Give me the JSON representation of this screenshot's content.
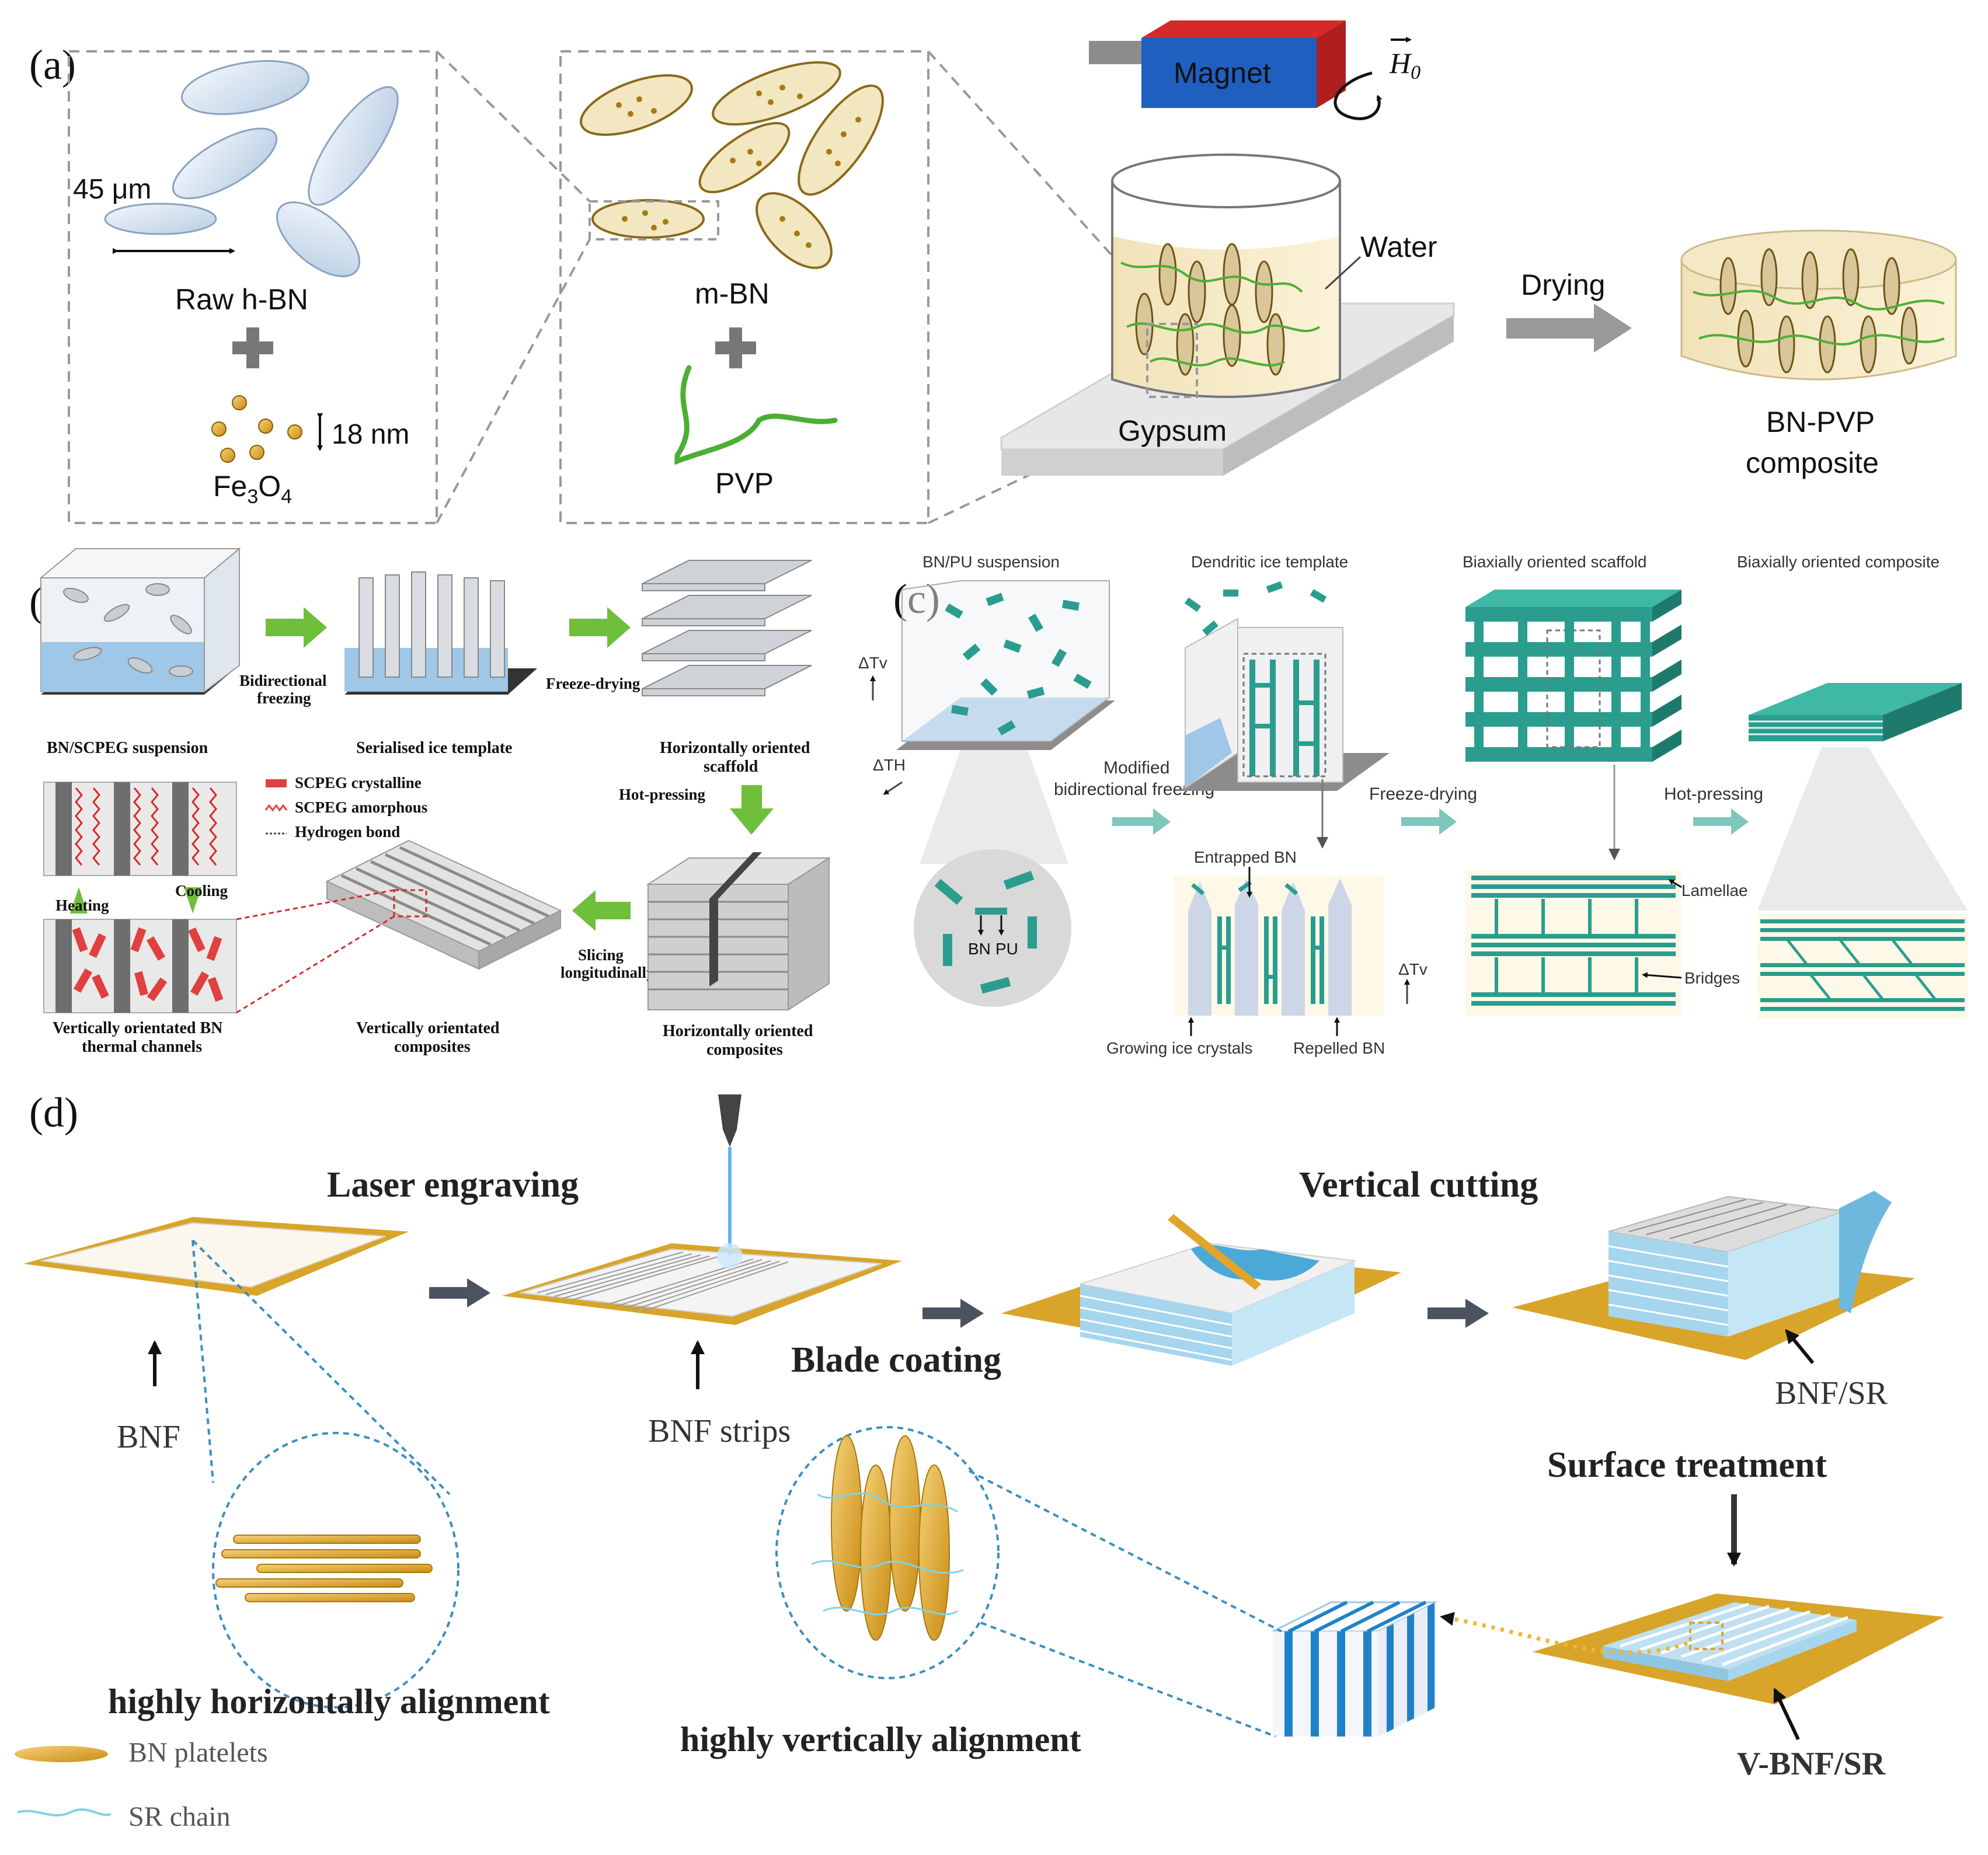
{
  "panel_a": {
    "label": "(a)",
    "size_45": "45 μm",
    "raw_hbn": "Raw h-BN",
    "fe3o4_base": "Fe",
    "fe3o4_sub1": "3",
    "fe3o4_mid": "O",
    "fe3o4_sub2": "4",
    "size_18": "18 nm",
    "mbn": "m-BN",
    "pvp": "PVP",
    "magnet": "Magnet",
    "field_symbol": "H",
    "field_sub": "0",
    "water": "Water",
    "gypsum": "Gypsum",
    "drying": "Drying",
    "composite_line1": "BN-PVP",
    "composite_line2": "composite"
  },
  "panel_b": {
    "label": "(b)",
    "suspension": "BN/SCPEG suspension",
    "bidir_1": "Bidirectional",
    "bidir_2": "freezing",
    "ice_template": "Serialised ice template",
    "freeze_drying": "Freeze-drying",
    "h_scaffold_1": "Horizontally oriented",
    "h_scaffold_2": "scaffold",
    "hot_pressing": "Hot-pressing",
    "legend_cryst": "SCPEG crystalline",
    "legend_amorph": "SCPEG amorphous",
    "legend_hbond": "Hydrogen bond",
    "heating": "Heating",
    "cooling": "Cooling",
    "channels_1": "Vertically orientated BN",
    "channels_2": "thermal channels",
    "v_comp_1": "Vertically orientated",
    "v_comp_2": "composites",
    "slicing_1": "Slicing",
    "slicing_2": "longitudinally",
    "h_comp_1": "Horizontally oriented",
    "h_comp_2": "composites"
  },
  "panel_c": {
    "label": "(c)",
    "bnpu": "BN/PU suspension",
    "dendritic": "Dendritic ice template",
    "bi_scaffold": "Biaxially oriented scaffold",
    "bi_composite": "Biaxially oriented composite",
    "dtv": "ΔTv",
    "dth": "ΔTH",
    "mod_1": "Modified",
    "mod_2": "bidirectional freezing",
    "freeze_drying": "Freeze-drying",
    "hot_pressing": "Hot-pressing",
    "entrapped": "Entrapped BN",
    "bn": "BN",
    "pu": "PU",
    "growing": "Growing ice crystals",
    "repelled": "Repelled BN",
    "lamellae": "Lamellae",
    "bridges": "Bridges"
  },
  "panel_d": {
    "label": "(d)",
    "laser": "Laser engraving",
    "vertical_cutting": "Vertical cutting",
    "bnf": "BNF",
    "bnf_strips": "BNF strips",
    "blade": "Blade coating",
    "bnf_sr": "BNF/SR",
    "surface": "Surface treatment",
    "horiz_align": "highly horizontally alignment",
    "vert_align": "highly vertically alignment",
    "vbnf_sr": "V-BNF/SR",
    "legend_bn": "BN platelets",
    "legend_sr": "SR chain"
  },
  "colors": {
    "teal": "#2a9d8f",
    "gold": "#d9a42a",
    "green_arrow": "#6fbf3a",
    "pvp_green": "#4caf35",
    "magnet_blue": "#1f5fbf",
    "magnet_red": "#d62a2a",
    "ice_blue": "#9ec7e8"
  }
}
